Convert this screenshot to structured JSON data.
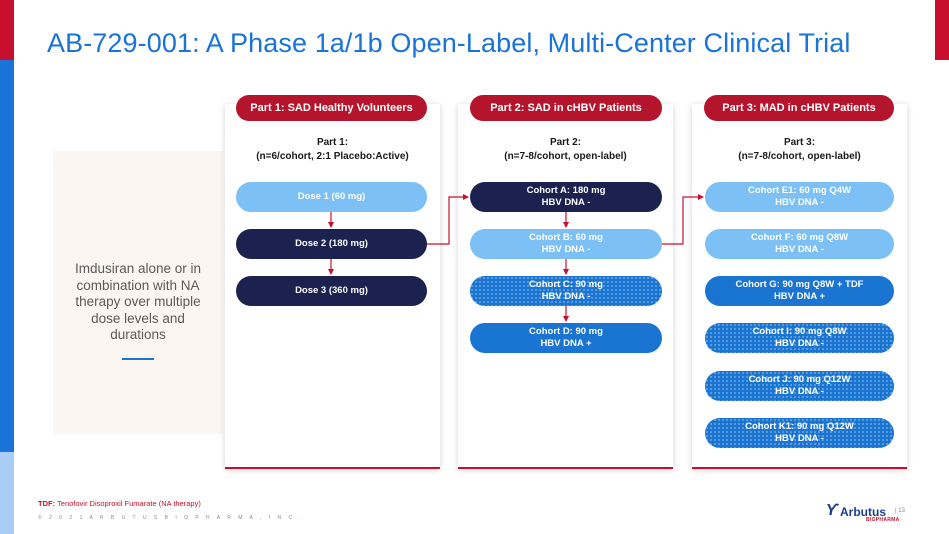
{
  "title": "AB-729-001: A Phase 1a/1b Open-Label, Multi-Center Clinical Trial",
  "side_panel": {
    "text_lines": [
      "Imdusiran alone or in",
      "combination with NA",
      "therapy over multiple",
      "dose levels and",
      "durations"
    ]
  },
  "parts": [
    {
      "header": "Part 1: SAD Healthy Volunteers",
      "label_line1": "Part 1:",
      "label_line2": "(n=6/cohort, 2:1 Placebo:Active)",
      "nodes": [
        {
          "line1": "Dose 1 (60 mg)",
          "line2": "",
          "style": "light"
        },
        {
          "line1": "Dose 2 (180 mg)",
          "line2": "",
          "style": "dark"
        },
        {
          "line1": "Dose 3 (360 mg)",
          "line2": "",
          "style": "dark"
        }
      ]
    },
    {
      "header": "Part 2: SAD in cHBV Patients",
      "label_line1": "Part 2:",
      "label_line2": "(n=7-8/cohort, open-label)",
      "nodes": [
        {
          "line1": "Cohort A: 180 mg",
          "line2": "HBV DNA -",
          "style": "dark"
        },
        {
          "line1": "Cohort B: 60 mg",
          "line2": "HBV DNA -",
          "style": "light"
        },
        {
          "line1": "Cohort C: 90 mg",
          "line2": "HBV DNA -",
          "style": "dotted"
        },
        {
          "line1": "Cohort D: 90 mg",
          "line2": "HBV DNA +",
          "style": "mid"
        }
      ]
    },
    {
      "header": "Part 3: MAD in cHBV Patients",
      "label_line1": "Part 3:",
      "label_line2": "(n=7-8/cohort, open-label)",
      "nodes": [
        {
          "line1": "Cohort E1: 60 mg Q4W",
          "line2": "HBV DNA -",
          "style": "light"
        },
        {
          "line1": "Cohort F: 60 mg Q8W",
          "line2": "HBV DNA -",
          "style": "light"
        },
        {
          "line1": "Cohort G: 90 mg Q8W + TDF",
          "line2": "HBV DNA +",
          "style": "mid"
        },
        {
          "line1": "Cohort I: 90 mg Q8W",
          "line2": "HBV DNA -",
          "style": "dotted"
        },
        {
          "line1": "Cohort J: 90 mg Q12W",
          "line2": "HBV DNA -",
          "style": "dotted"
        },
        {
          "line1": "Cohort K1: 90 mg Q12W",
          "line2": "HBV DNA -",
          "style": "dotted"
        }
      ]
    }
  ],
  "footer": {
    "footnote_key": "TDF:",
    "footnote_text": "Tenofovir Disoproxil Fumarate (NA therapy)",
    "copyright": "© 2 0 2 1   A R B U T U S   B I O P H A R M A ,   I N C .",
    "logo_word": "Arbutus",
    "logo_sub": "BIOPHARMA",
    "page_number": "| 13"
  },
  "colors": {
    "brand_red": "#c8102e",
    "brand_blue": "#1a73d9",
    "node_light": "#7cc0f6",
    "node_dark": "#1b2250",
    "node_mid": "#1a74d2"
  }
}
